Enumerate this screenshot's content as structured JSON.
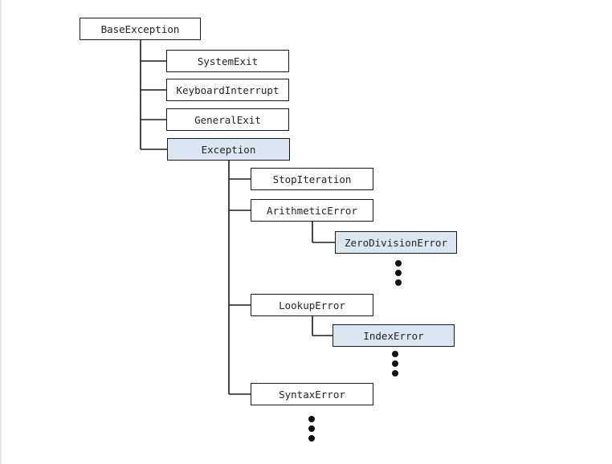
{
  "colors": {
    "highlight_fill": "#dce6f1",
    "border": "#1a1a1a",
    "text": "#222222"
  },
  "hierarchy": {
    "root": "BaseException",
    "system_exit": "SystemExit",
    "keyboard_interrupt": "KeyboardInterrupt",
    "general_exit": "GeneralExit",
    "exception": "Exception",
    "stop_iteration": "StopIteration",
    "arithmetic_error": "ArithmeticError",
    "zero_division_error": "ZeroDivisionError",
    "lookup_error": "LookupError",
    "index_error": "IndexError",
    "syntax_error": "SyntaxError"
  },
  "highlighted": [
    "Exception",
    "ZeroDivisionError",
    "IndexError"
  ]
}
